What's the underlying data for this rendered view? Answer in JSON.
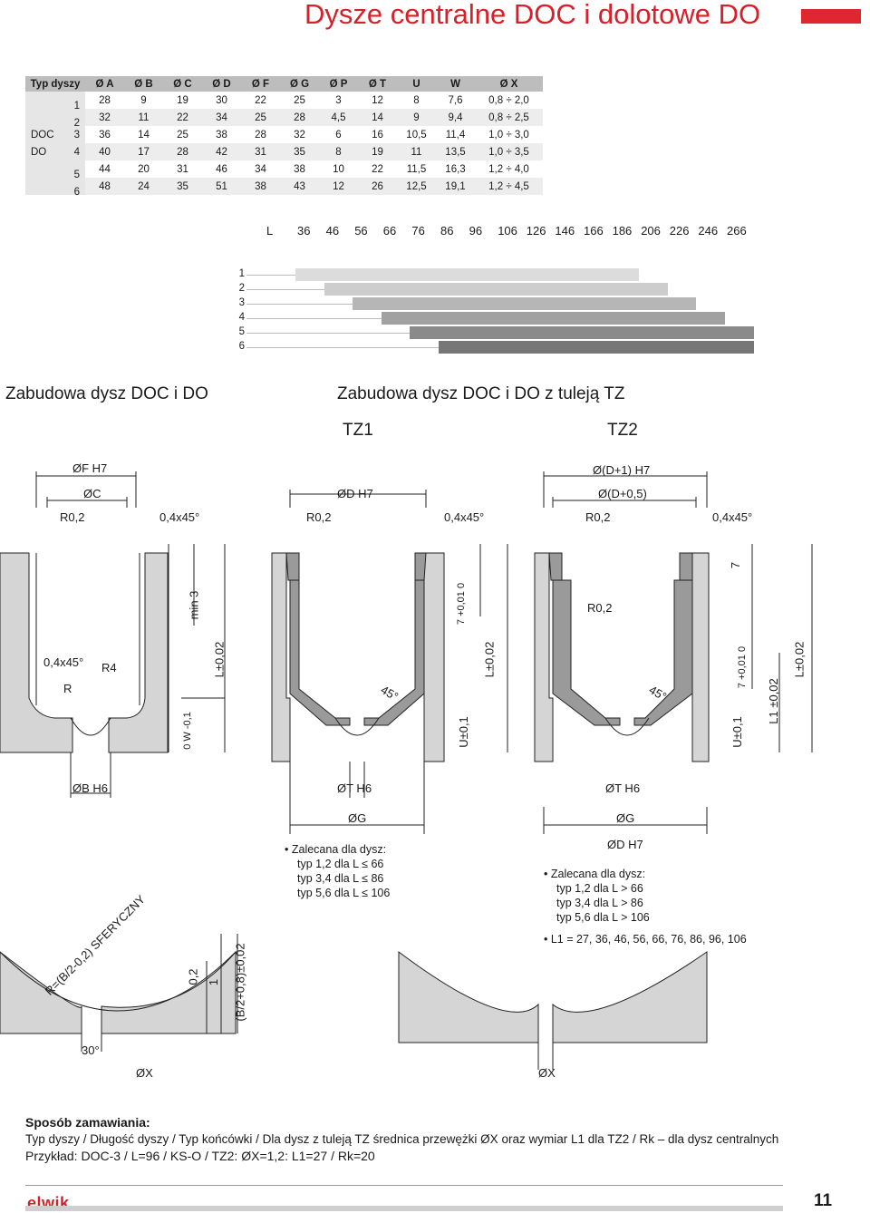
{
  "header": {
    "title": "Dysze centralne DOC i dolotowe DO"
  },
  "dims_table": {
    "headers": [
      "Typ dyszy",
      "Ø A",
      "Ø B",
      "Ø C",
      "Ø D",
      "Ø F",
      "Ø G",
      "Ø P",
      "Ø T",
      "U",
      "W",
      "Ø X"
    ],
    "type_labels": [
      "DOC",
      "DO"
    ],
    "rows": [
      [
        "1",
        "28",
        "9",
        "19",
        "30",
        "22",
        "25",
        "3",
        "12",
        "8",
        "7,6",
        "0,8 ÷ 2,0"
      ],
      [
        "2",
        "32",
        "11",
        "22",
        "34",
        "25",
        "28",
        "4,5",
        "14",
        "9",
        "9,4",
        "0,8 ÷ 2,5"
      ],
      [
        "3",
        "36",
        "14",
        "25",
        "38",
        "28",
        "32",
        "6",
        "16",
        "10,5",
        "11,4",
        "1,0 ÷ 3,0"
      ],
      [
        "4",
        "40",
        "17",
        "28",
        "42",
        "31",
        "35",
        "8",
        "19",
        "11",
        "13,5",
        "1,0 ÷ 3,5"
      ],
      [
        "5",
        "44",
        "20",
        "31",
        "46",
        "34",
        "38",
        "10",
        "22",
        "11,5",
        "16,3",
        "1,2 ÷ 4,0"
      ],
      [
        "6",
        "48",
        "24",
        "35",
        "51",
        "38",
        "43",
        "12",
        "26",
        "12,5",
        "19,1",
        "1,2 ÷ 4,5"
      ]
    ]
  },
  "length_chart": {
    "l_label": "L",
    "l_values": [
      "36",
      "46",
      "56",
      "66",
      "76",
      "86",
      "96",
      "106",
      "126",
      "146",
      "166",
      "186",
      "206",
      "226",
      "246",
      "266"
    ],
    "rows": [
      {
        "label": "1",
        "start": "36",
        "end": "186",
        "color": "#dcdcdc"
      },
      {
        "label": "2",
        "start": "46",
        "end": "206",
        "color": "#cdcdcd"
      },
      {
        "label": "3",
        "start": "56",
        "end": "226",
        "color": "#b6b6b6"
      },
      {
        "label": "4",
        "start": "66",
        "end": "246",
        "color": "#a1a1a1"
      },
      {
        "label": "5",
        "start": "76",
        "end": "266",
        "color": "#8a8a8a"
      },
      {
        "label": "6",
        "start": "86",
        "end": "266",
        "color": "#777777"
      }
    ]
  },
  "sections": {
    "left_heading": "Zabudowa dysz DOC i DO",
    "right_heading": "Zabudowa dysz DOC i DO z tuleją TZ",
    "tz1": "TZ1",
    "tz2": "TZ2"
  },
  "drawing_labels": {
    "a_fh7": "ØF H7",
    "a_c": "ØC",
    "a_r02": "R0,2",
    "a_chamfer": "0,4x45°",
    "a_min3": "min 3",
    "a_lpm": "L±0,02",
    "a_chamfer2": "0,4x45°",
    "a_r4": "R4",
    "a_r": "R",
    "a_w": "0\nW -0,1",
    "a_bh6": "ØB H6",
    "b_dh7": "ØD H7",
    "b_r02": "R0,2",
    "b_chamfer": "0,4x45°",
    "b_7": "7 +0,01 0",
    "b_lpm": "L±0,02",
    "b_45": "45°",
    "b_u": "U±0,1",
    "b_th6": "ØT H6",
    "b_g": "ØG",
    "c_d1": "Ø(D+1) H7",
    "c_d05": "Ø(D+0,5)",
    "c_r02": "R0,2",
    "c_chamfer": "0,4x45°",
    "c_7": "7",
    "c_r02b": "R0,2",
    "c_7b": "7 +0,01 0",
    "c_lpm": "L±0,02",
    "c_l1": "L1 ±0,02",
    "c_45": "45°",
    "c_u": "U±0,1",
    "c_th6": "ØT H6",
    "c_g": "ØG",
    "c_dh7": "ØD H7",
    "d_r": "R=(B/2-0,2) SFERYCZNY",
    "d_02": "0,2",
    "d_1": "1",
    "d_b": "(B/2+0,8)±0,02",
    "d_30": "30°",
    "d_x": "ØX",
    "e_x": "ØX"
  },
  "notes": {
    "tz1_title": "Zalecana dla dysz:",
    "tz1_lines": [
      "typ 1,2 dla L ≤ 66",
      "typ 3,4 dla L ≤ 86",
      "typ 5,6 dla L ≤ 106"
    ],
    "tz2_title": "Zalecana dla dysz:",
    "tz2_lines": [
      "typ 1,2 dla L > 66",
      "typ 3,4 dla L > 86",
      "typ 5,6 dla L > 106"
    ],
    "tz2_l1": "L1 = 27, 36, 46, 56, 66, 76, 86, 96, 106"
  },
  "ordering": {
    "title": "Sposób zamawiania:",
    "line1": "Typ dyszy / Długość dyszy / Typ końcówki / Dla dysz z tuleją TZ średnica przewężki ØX oraz wymiar L1 dla TZ2 / Rk – dla dysz centralnych",
    "example_label": "Przykład:",
    "example": "DOC-3 / L=96 / KS-O / TZ2: ØX=1,2: L1=27 / Rk=20"
  },
  "footer": {
    "logo": "elwik",
    "page": "11"
  }
}
